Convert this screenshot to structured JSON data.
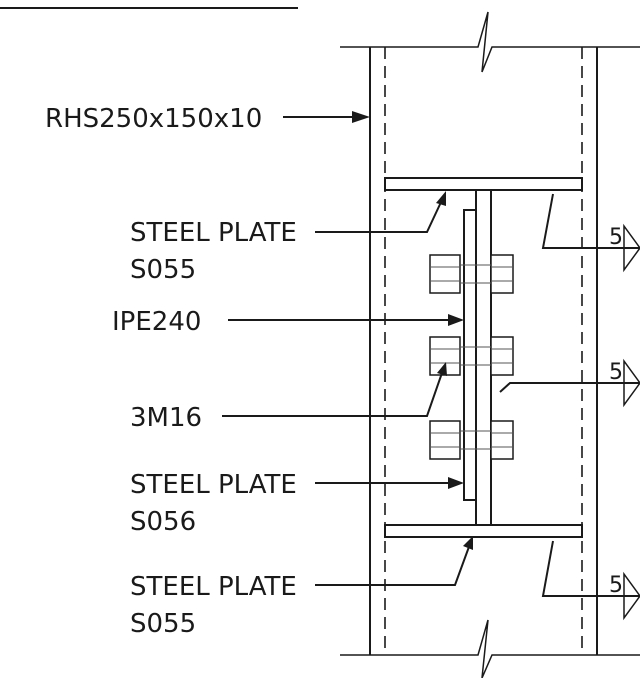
{
  "labels": {
    "rhs": "RHS250x150x10",
    "plate_top_name": "STEEL PLATE",
    "plate_top_code": "S055",
    "ipe": "IPE240",
    "bolts": "3M16",
    "plate_mid_name": "STEEL PLATE",
    "plate_mid_code": "S056",
    "plate_bot_name": "STEEL PLATE",
    "plate_bot_code": "S055"
  },
  "welds": {
    "top": "5",
    "mid": "5",
    "bot": "5"
  }
}
